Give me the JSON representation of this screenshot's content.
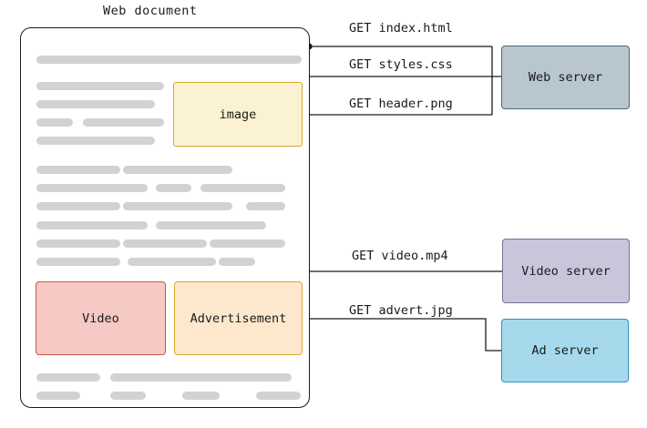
{
  "title": "Web document",
  "document": {
    "embeds": {
      "image_label": "image",
      "video_label": "Video",
      "advertisement_label": "Advertisement"
    },
    "placeholder_bars": [
      [
        40,
        61,
        291
      ],
      [
        40,
        90,
        140
      ],
      [
        40,
        110,
        130
      ],
      [
        40,
        130,
        40
      ],
      [
        91,
        130,
        89
      ],
      [
        40,
        150,
        130
      ],
      [
        40,
        182,
        92
      ],
      [
        135,
        182,
        120
      ],
      [
        40,
        202,
        122
      ],
      [
        171,
        202,
        39
      ],
      [
        220,
        202,
        93
      ],
      [
        40,
        222,
        92
      ],
      [
        135,
        222,
        120
      ],
      [
        270,
        222,
        43
      ],
      [
        40,
        243,
        122
      ],
      [
        171,
        243,
        121
      ],
      [
        40,
        263,
        92
      ],
      [
        135,
        263,
        92
      ],
      [
        230,
        263,
        83
      ],
      [
        40,
        283,
        92
      ],
      [
        140,
        283,
        97
      ],
      [
        240,
        283,
        40
      ],
      [
        40,
        410,
        70
      ],
      [
        121,
        410,
        199
      ],
      [
        40,
        430,
        48
      ],
      [
        121,
        430,
        39
      ],
      [
        200,
        430,
        41
      ],
      [
        281,
        430,
        49
      ]
    ]
  },
  "requests": [
    {
      "label": "GET index.html"
    },
    {
      "label": "GET styles.css"
    },
    {
      "label": "GET header.png"
    },
    {
      "label": "GET video.mp4"
    },
    {
      "label": "GET advert.jpg"
    }
  ],
  "servers": {
    "web": "Web server",
    "video": "Video server",
    "ad": "Ad server"
  },
  "colors": {
    "line": "#1a1a1a",
    "placeholder_bar": "#d2d2d2",
    "image_fill": "#fbf2d2",
    "image_border": "#dca62e",
    "video_fill": "#f6c9c5",
    "video_border": "#c2574e",
    "advertisement_fill": "#fde8ce",
    "advertisement_border": "#dca62e",
    "web_server_fill": "#b7c6cf",
    "web_server_border": "#50687a",
    "video_server_fill": "#c9c6dc",
    "video_server_border": "#77739b",
    "ad_server_fill": "#a6d9ec",
    "ad_server_border": "#2d93c1"
  }
}
